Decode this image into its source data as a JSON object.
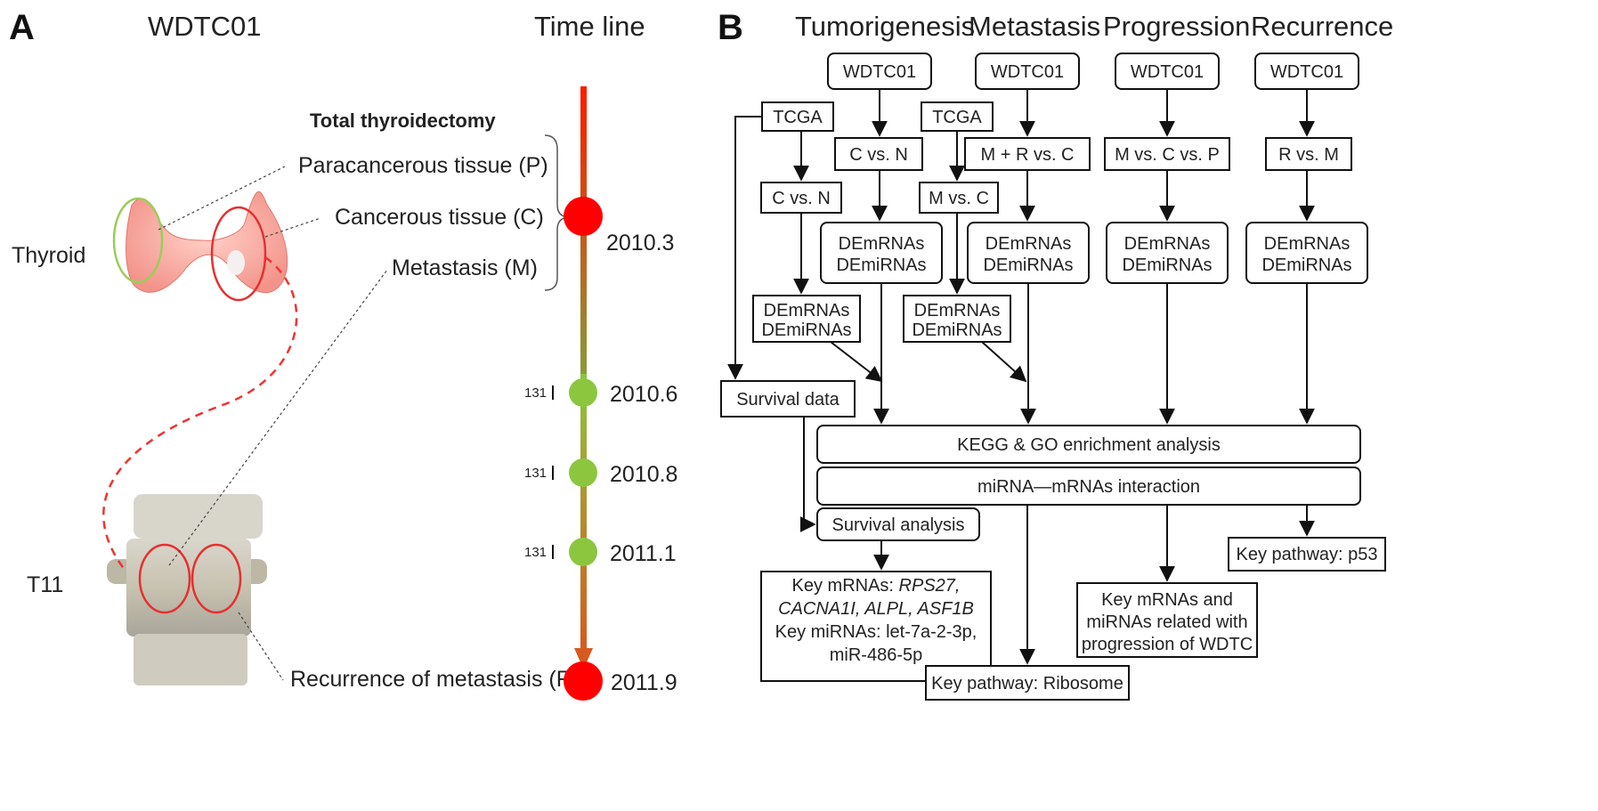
{
  "panel_a": {
    "label": "A",
    "case_id": "WDTC01",
    "timeline_title": "Time line",
    "surgery": "Total thyroidectomy",
    "tissues": [
      "Paracancerous tissue (P)",
      "Cancerous tissue (C)",
      "Metastasis (M)"
    ],
    "recurrence": "Recurrence of metastasis (R)",
    "organ_thyroid": "Thyroid",
    "organ_vertebra": "T11",
    "iodine_mark": "131",
    "timepoints": [
      {
        "date": "2010.3",
        "color": "#ff0000",
        "type": "major"
      },
      {
        "date": "2010.6",
        "color": "#8cc63f",
        "type": "iodine"
      },
      {
        "date": "2010.8",
        "color": "#8cc63f",
        "type": "iodine"
      },
      {
        "date": "2011.1",
        "color": "#8cc63f",
        "type": "iodine"
      },
      {
        "date": "2011.9",
        "color": "#ff0000",
        "type": "major"
      }
    ],
    "colors": {
      "timeline_red": "#ff1a00",
      "timeline_green": "#8cc63f",
      "circle_green": "#9acd5a",
      "circle_red": "#e53030"
    }
  },
  "panel_b": {
    "label": "B",
    "columns": [
      "Tumorigenesis",
      "Metastasis",
      "Progression",
      "Recurrence"
    ],
    "case_id": "WDTC01",
    "tcga": "TCGA",
    "comparisons": {
      "tumor_tcga": "C vs. N",
      "tumor_wdtc": "C vs. N",
      "meta_tcga": "M vs. C",
      "meta_wdtc": "M + R vs. C",
      "progression": "M vs. C vs. P",
      "recurrence": "R vs. M"
    },
    "de_line1": "DEmRNAs",
    "de_line2": "DEmiRNAs",
    "survival_data": "Survival data",
    "kegg": "KEGG & GO enrichment analysis",
    "interaction": "miRNA—mRNAs interaction",
    "survival_analysis": "Survival analysis",
    "key_genes": {
      "l1_label": "Key mRNAs: ",
      "l1_genes": "RPS27,",
      "l2_genes": [
        "CACNA1I,",
        "ALPL,",
        "ASF1B"
      ],
      "l3": "Key miRNAs: let-7a-2-3p,",
      "l4": "miR-486-5p"
    },
    "ribosome": "Key pathway: Ribosome",
    "progression_out": [
      "Key mRNAs and",
      "miRNAs related with",
      "progression of WDTC"
    ],
    "p53": "Key pathway: p53"
  }
}
